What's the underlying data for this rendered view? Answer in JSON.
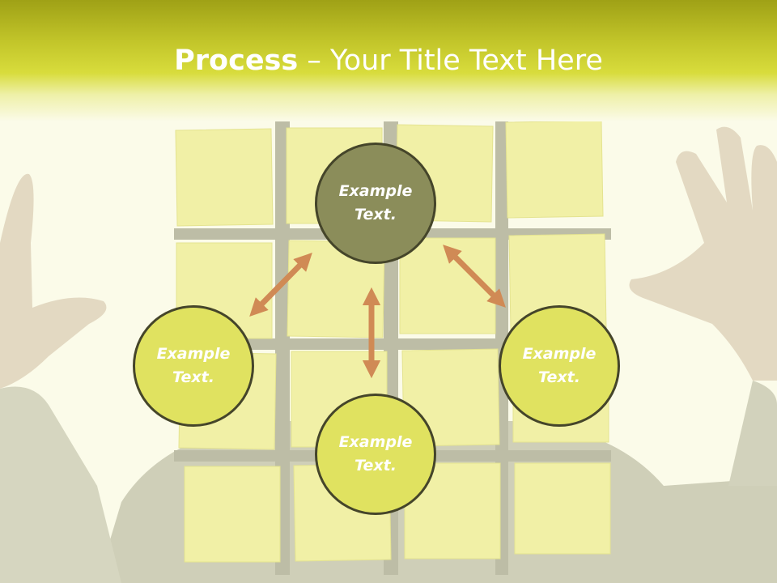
{
  "title": {
    "strong": "Process",
    "rest": " – Your Title Text Here"
  },
  "nodes": {
    "top": "Example Text.",
    "left": "Example Text.",
    "bottom": "Example Text.",
    "right": "Example Text."
  },
  "colors": {
    "header": "#c3c62a",
    "node_dark": "#8b8d5a",
    "node_light": "#e0e260",
    "arrow": "#d08a55",
    "node_border": "#45452a"
  }
}
